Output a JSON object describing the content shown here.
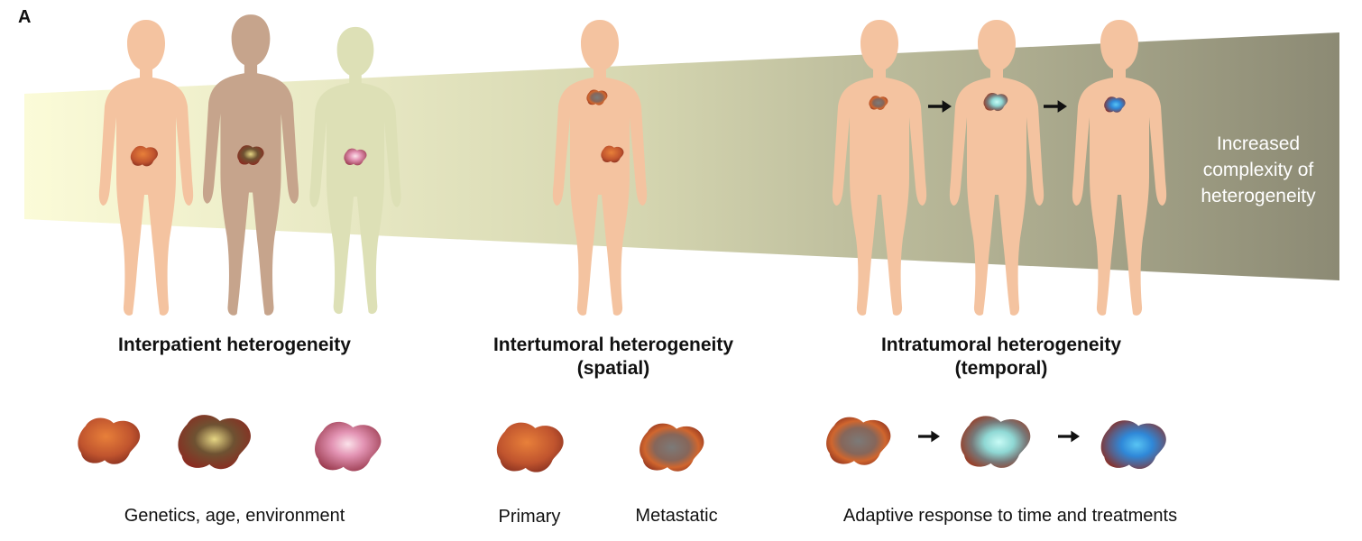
{
  "panel_label": "A",
  "gradient_label": [
    "Increased",
    "complexity of",
    "heterogeneity"
  ],
  "groups": [
    {
      "heading_lines": [
        "Interpatient heterogeneity"
      ],
      "caption": "Genetics, age, environment"
    },
    {
      "heading_lines": [
        "Intertumoral heterogeneity",
        "(spatial)"
      ],
      "captions": [
        "Primary",
        "Metastatic"
      ]
    },
    {
      "heading_lines": [
        "Intratumoral heterogeneity",
        "(temporal)"
      ],
      "caption": "Adaptive response to time and treatments"
    }
  ],
  "colors": {
    "band_start": "#fbfbd8",
    "band_end": "#8c8a74",
    "body_skin": "#f4c3a0",
    "body_brown": "#c6a48c",
    "body_olive": "#dde0b6",
    "tumor_base": "#a8402c",
    "tumor_orange": "#e07a36",
    "tumor_gray": "#7c7a78",
    "tumor_cyan": "#9fe8e6",
    "tumor_blue": "#2f88d8",
    "tumor_pink": "#f2b8cc",
    "tumor_olive": "#b8a45a"
  },
  "icons": [
    "human-silhouette",
    "tumor-blob",
    "right-arrow-icon"
  ]
}
